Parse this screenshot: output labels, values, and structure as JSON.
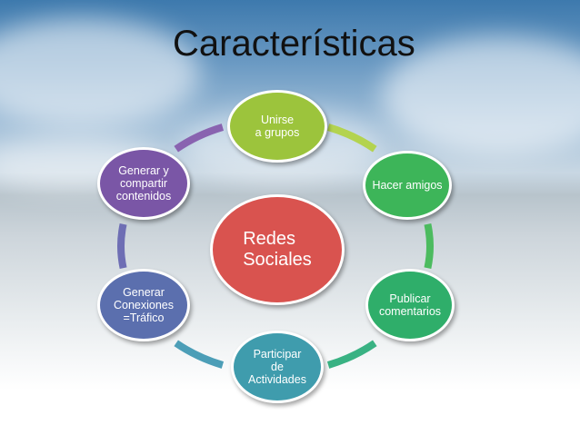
{
  "title": "Características",
  "diagram": {
    "center": {
      "label": "Redes\nSociales",
      "color": "#d9534f"
    },
    "nodes": [
      {
        "id": "unirse",
        "label": "Unirse\na grupos",
        "color": "#9cc43c",
        "connector_color": "#b3d34f"
      },
      {
        "id": "hacer-amigos",
        "label": "Hacer amigos",
        "color": "#3db559",
        "connector_color": "#4cbb5f"
      },
      {
        "id": "publicar",
        "label": "Publicar\ncomentarios",
        "color": "#2fae6a",
        "connector_color": "#39b283"
      },
      {
        "id": "participar",
        "label": "Participar\nde\nActividades",
        "color": "#3f9cad",
        "connector_color": "#4c9eb7"
      },
      {
        "id": "conexiones",
        "label": "Generar\nConexiones\n=Tráfico",
        "color": "#5b6fae",
        "connector_color": "#6e6eb4"
      },
      {
        "id": "generar-compartir",
        "label": "Generar y\ncompartir\ncontenidos",
        "color": "#7a56a6",
        "connector_color": "#8963b0"
      }
    ]
  }
}
